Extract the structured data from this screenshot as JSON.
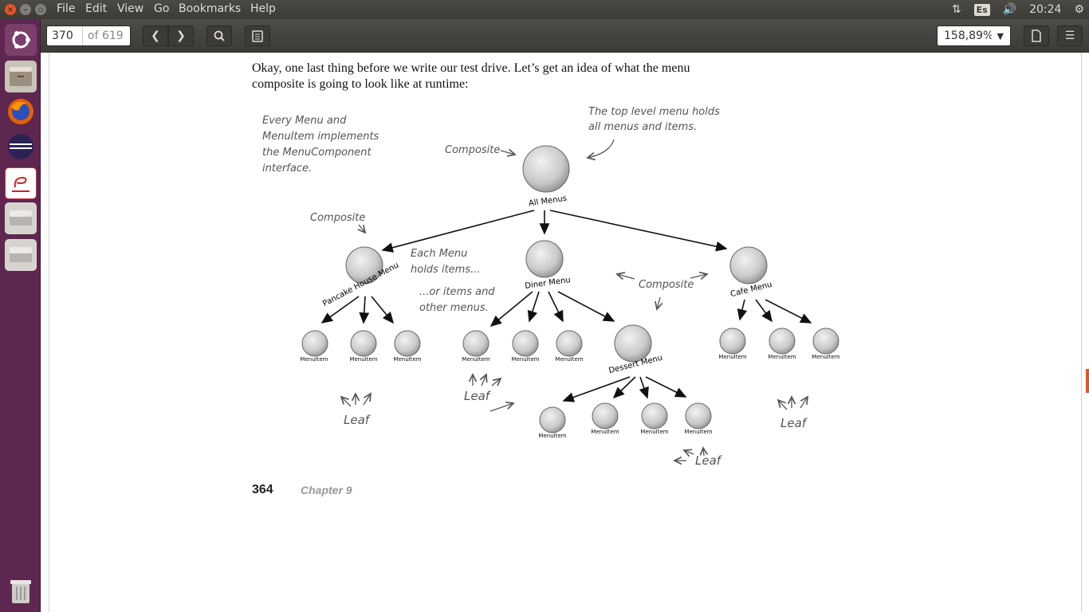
{
  "menubar": {
    "items": [
      "File",
      "Edit",
      "View",
      "Go",
      "Bookmarks",
      "Help"
    ],
    "keyboard": "Es",
    "clock": "20:24"
  },
  "toolbar": {
    "page_current": "370",
    "page_total": "of 619",
    "zoom": "158,89%"
  },
  "page": {
    "intro": "Okay, one last thing before we write our test drive.  Let’s get an idea of what the menu composite is going to look like at runtime:",
    "page_number": "364",
    "chapter": "Chapter 9"
  },
  "diagram": {
    "root": "All Menus",
    "menus": [
      "Pancake House Menu",
      "Diner Menu",
      "Cafe Menu"
    ],
    "submenu": "Dessert Menu",
    "item_label": "MenuItem",
    "notes": {
      "interface": "Every Menu and MenuItem implements the MenuComponent interface.",
      "top_level": "The top level menu holds all menus and items.",
      "each_menu": "Each Menu holds items...",
      "or_items": "...or items and other menus.",
      "composite": "Composite",
      "leaf": "Leaf"
    }
  },
  "colors": {
    "accent": "#e95420",
    "launcher": "#5e2750",
    "panel": "#3c3b37"
  }
}
